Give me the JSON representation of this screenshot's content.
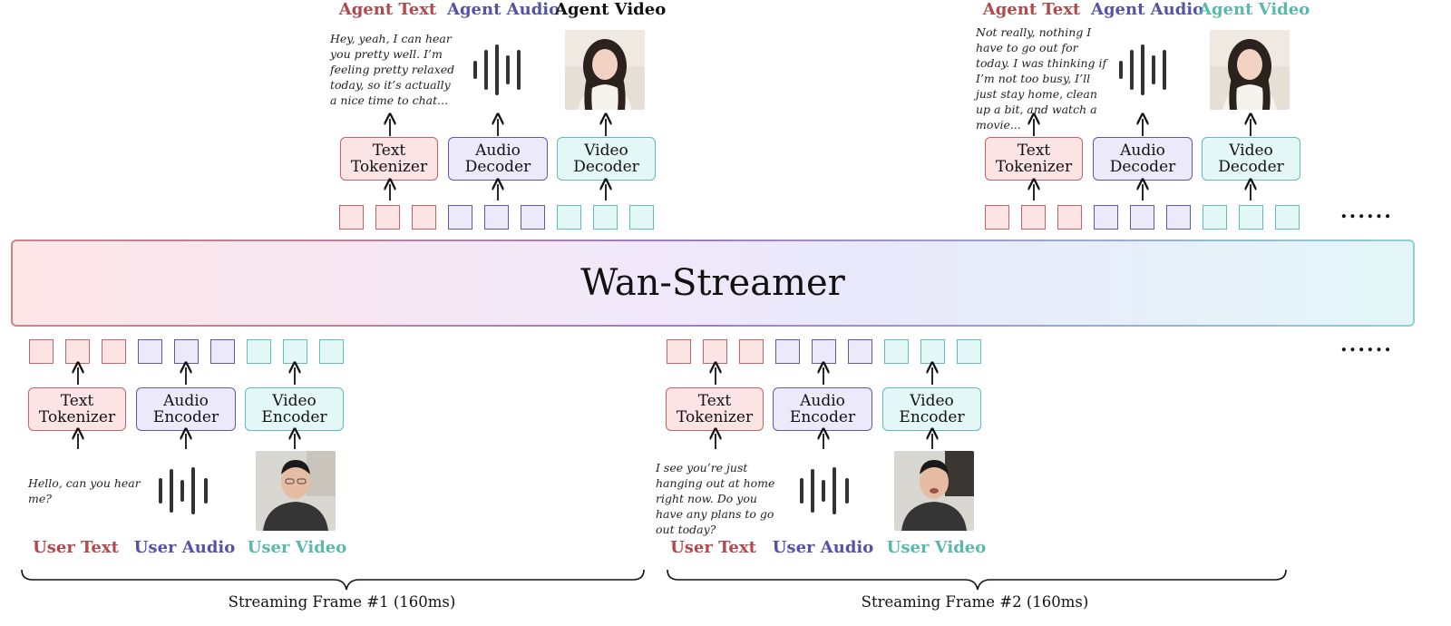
{
  "model_name": "Wan-Streamer",
  "continuation": "......",
  "agent_labels": {
    "text": "Agent Text",
    "audio": "Agent Audio",
    "video": "Agent Video"
  },
  "user_labels": {
    "text": "User Text",
    "audio": "User Audio",
    "video": "User Video"
  },
  "modules": {
    "text_tokenizer": [
      "Text",
      "Tokenizer"
    ],
    "audio_decoder": [
      "Audio",
      "Decoder"
    ],
    "video_decoder": [
      "Video",
      "Decoder"
    ],
    "audio_encoder": [
      "Audio",
      "Encoder"
    ],
    "video_encoder": [
      "Video",
      "Encoder"
    ]
  },
  "frames": [
    {
      "caption": "Streaming Frame #1 (160ms)",
      "user_text": "Hello, can you hear me?",
      "agent_text": "Hey, yeah, I can hear you pretty well. I’m feeling pretty relaxed today, so it’s actually a nice time to chat..."
    },
    {
      "caption": "Streaming Frame #2 (160ms)",
      "user_text": "I see you’re just hanging out at home right now. Do you have any plans to go out today?",
      "agent_text": "Not really, nothing I have to go out for today. I was thinking if I’m not too busy, I’ll just stay home, clean up a bit, and watch a movie..."
    }
  ],
  "icons": {
    "audio": "audio-waveform-icon",
    "user_video": "male-user-portrait",
    "agent_video": "female-agent-portrait"
  },
  "colors": {
    "text": "#b04a4d",
    "audio": "#5553a4",
    "video": "#5ab8ad",
    "text_fill": "#fde4e4",
    "audio_fill": "#ece9fb",
    "video_fill": "#e2f7f6"
  }
}
